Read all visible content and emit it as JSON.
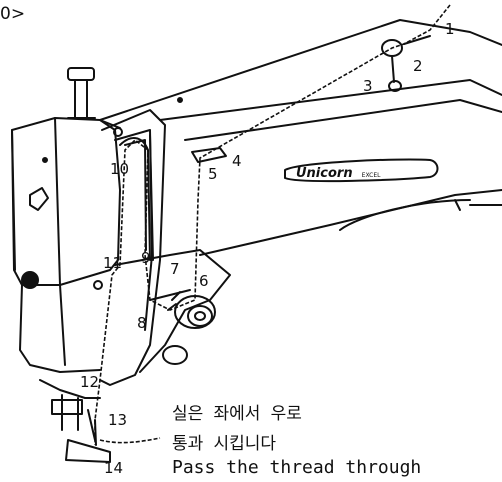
{
  "figure_marker": "0>",
  "brand": {
    "logo_text": "Unicorn",
    "model_text": "EXCEL"
  },
  "callouts": [
    "1",
    "2",
    "3",
    "4",
    "5",
    "6",
    "7",
    "8",
    "9",
    "10",
    "11",
    "12",
    "13",
    "14"
  ],
  "caption": {
    "line1": "실은 좌에서 우로",
    "line2": "통과 시킵니다",
    "line3": "Pass the thread through"
  },
  "colors": {
    "ink": "#111111",
    "paper": "#ffffff"
  }
}
